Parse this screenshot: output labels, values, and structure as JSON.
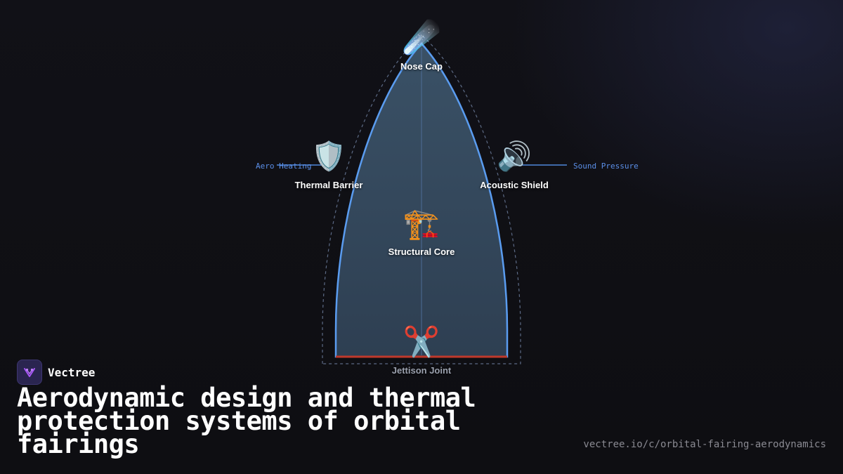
{
  "diagram": {
    "nodes": {
      "nose_cap": {
        "label": "Nose Cap",
        "icon": "comet-icon",
        "glyph": "☄️"
      },
      "thermal_barrier": {
        "label": "Thermal Barrier",
        "icon": "shield-icon",
        "glyph": "🛡️"
      },
      "acoustic_shield": {
        "label": "Acoustic Shield",
        "icon": "speaker-icon",
        "glyph": "🔊"
      },
      "structural_core": {
        "label": "Structural Core",
        "icon": "crane-icon",
        "glyph": "🏗️"
      },
      "jettison_joint": {
        "label": "Jettison Joint",
        "icon": "scissors-icon",
        "glyph": "✂️"
      }
    },
    "annotations": {
      "left": "Aero Heating",
      "right": "Sound Pressure"
    },
    "colors": {
      "outline": "#5a9cf0",
      "fill": "#34495e",
      "base": "#c0392b",
      "annotation": "#5b8fe8"
    }
  },
  "brand": {
    "name": "Vectree",
    "icon": "vectree-logo-icon"
  },
  "title": "Aerodynamic design and thermal protection systems of orbital fairings",
  "url": "vectree.io/c/orbital-fairing-aerodynamics"
}
